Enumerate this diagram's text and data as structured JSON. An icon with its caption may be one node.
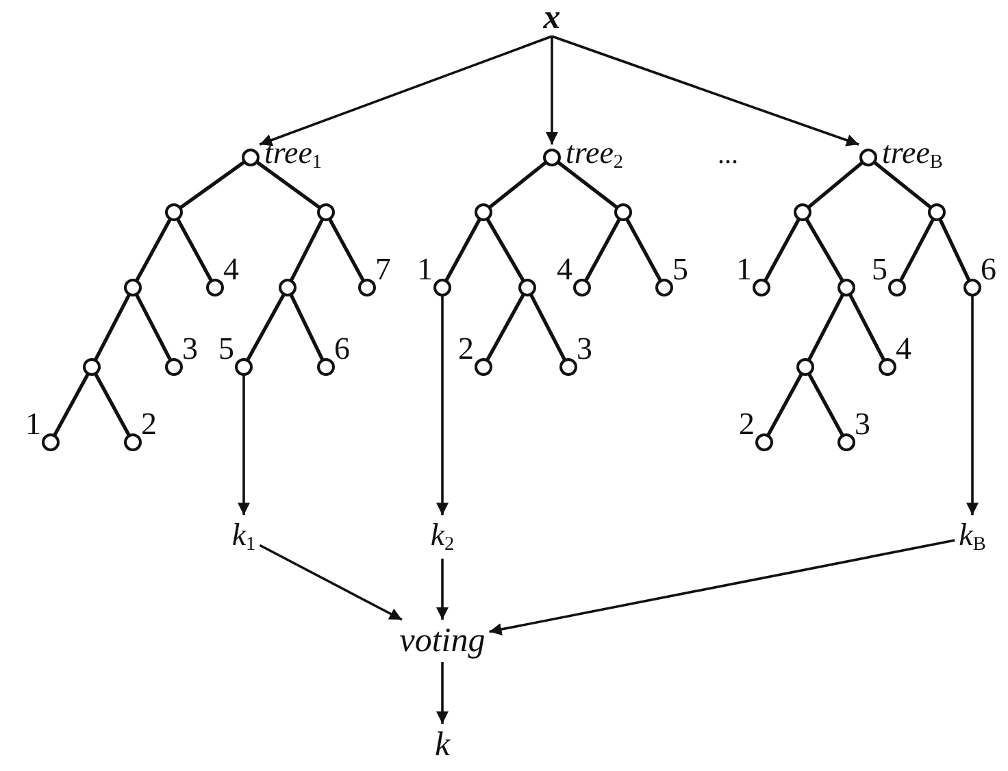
{
  "diagram": {
    "nodes": [
      {
        "text": [
          "x"
        ]
      },
      {
        "text": [],
        "shape": "circle",
        "beside": [
          "*tree*$_{1}$"
        ]
      },
      {
        "text": [],
        "shape": "circle"
      },
      {
        "text": [],
        "shape": "circle"
      },
      {
        "text": [],
        "shape": "circle"
      },
      {
        "text": [],
        "shape": "circle",
        "beside": [
          "4"
        ]
      },
      {
        "text": [],
        "shape": "circle"
      },
      {
        "text": [],
        "shape": "circle",
        "beside": [
          "3"
        ]
      },
      {
        "text": [],
        "shape": "circle",
        "beside": [
          "1"
        ]
      },
      {
        "text": [],
        "shape": "circle",
        "beside": [
          "2"
        ]
      },
      {
        "text": [],
        "shape": "circle"
      },
      {
        "text": [],
        "shape": "circle",
        "beside": [
          "7"
        ]
      },
      {
        "text": [],
        "shape": "circle",
        "beside": [
          "5"
        ]
      },
      {
        "text": [],
        "shape": "circle",
        "beside": [
          "6"
        ]
      },
      {
        "text": [],
        "shape": "circle",
        "beside": [
          "*tree*$_{2}$"
        ]
      },
      {
        "text": [],
        "shape": "circle"
      },
      {
        "text": [],
        "shape": "circle"
      },
      {
        "text": [],
        "shape": "circle",
        "beside": [
          "1"
        ]
      },
      {
        "text": [],
        "shape": "circle"
      },
      {
        "text": [],
        "shape": "circle",
        "beside": [
          "2"
        ]
      },
      {
        "text": [],
        "shape": "circle",
        "beside": [
          "3"
        ]
      },
      {
        "text": [],
        "shape": "circle",
        "beside": [
          "4"
        ]
      },
      {
        "text": [],
        "shape": "circle",
        "beside": [
          "5"
        ]
      },
      {
        "text": [],
        "shape": "circle",
        "beside": [
          "*tree*$_{B}$"
        ]
      },
      {
        "text": [],
        "shape": "circle"
      },
      {
        "text": [],
        "shape": "circle"
      },
      {
        "text": [],
        "shape": "circle",
        "beside": [
          "1"
        ]
      },
      {
        "text": [],
        "shape": "circle"
      },
      {
        "text": [],
        "shape": "circle"
      },
      {
        "text": [],
        "shape": "circle",
        "beside": [
          "4"
        ]
      },
      {
        "text": [],
        "shape": "circle",
        "beside": [
          "2"
        ]
      },
      {
        "text": [],
        "shape": "circle",
        "beside": [
          "3"
        ]
      },
      {
        "text": [],
        "shape": "circle",
        "beside": [
          "5"
        ]
      },
      {
        "text": [],
        "shape": "circle",
        "beside": [
          "6"
        ]
      },
      {
        "text": [
          "*k*$_{1}$"
        ]
      },
      {
        "text": [
          "*k*$_{2}$"
        ]
      },
      {
        "text": [
          "*k*$_{B}$"
        ]
      },
      {
        "text": [
          "voting"
        ]
      },
      {
        "text": [
          "k"
        ]
      }
    ],
    "edges": [
      {
        "from": 0,
        "to": 1,
        "arrow": "to"
      },
      {
        "from": 0,
        "to": 14,
        "arrow": "to"
      },
      {
        "from": 0,
        "to": 23,
        "arrow": "to"
      },
      {
        "from": 1,
        "to": 2,
        "arrow": "none"
      },
      {
        "from": 1,
        "to": 3,
        "arrow": "none"
      },
      {
        "from": 2,
        "to": 4,
        "arrow": "none"
      },
      {
        "from": 2,
        "to": 5,
        "arrow": "none"
      },
      {
        "from": 4,
        "to": 6,
        "arrow": "none"
      },
      {
        "from": 4,
        "to": 7,
        "arrow": "none"
      },
      {
        "from": 6,
        "to": 8,
        "arrow": "none"
      },
      {
        "from": 6,
        "to": 9,
        "arrow": "none"
      },
      {
        "from": 3,
        "to": 10,
        "arrow": "none"
      },
      {
        "from": 3,
        "to": 11,
        "arrow": "none"
      },
      {
        "from": 10,
        "to": 12,
        "arrow": "none"
      },
      {
        "from": 10,
        "to": 13,
        "arrow": "none"
      },
      {
        "from": 14,
        "to": 15,
        "arrow": "none"
      },
      {
        "from": 14,
        "to": 16,
        "arrow": "none"
      },
      {
        "from": 15,
        "to": 17,
        "arrow": "none"
      },
      {
        "from": 15,
        "to": 18,
        "arrow": "none"
      },
      {
        "from": 18,
        "to": 19,
        "arrow": "none"
      },
      {
        "from": 18,
        "to": 20,
        "arrow": "none"
      },
      {
        "from": 16,
        "to": 21,
        "arrow": "none"
      },
      {
        "from": 16,
        "to": 22,
        "arrow": "none"
      },
      {
        "from": 23,
        "to": 24,
        "arrow": "none"
      },
      {
        "from": 23,
        "to": 25,
        "arrow": "none"
      },
      {
        "from": 24,
        "to": 26,
        "arrow": "none"
      },
      {
        "from": 24,
        "to": 27,
        "arrow": "none"
      },
      {
        "from": 27,
        "to": 28,
        "arrow": "none"
      },
      {
        "from": 27,
        "to": 29,
        "arrow": "none"
      },
      {
        "from": 28,
        "to": 30,
        "arrow": "none"
      },
      {
        "from": 28,
        "to": 31,
        "arrow": "none"
      },
      {
        "from": 25,
        "to": 32,
        "arrow": "none"
      },
      {
        "from": 25,
        "to": 33,
        "arrow": "none"
      },
      {
        "from": 12,
        "to": 34,
        "arrow": "to"
      },
      {
        "from": 17,
        "to": 35,
        "arrow": "to"
      },
      {
        "from": 33,
        "to": 36,
        "arrow": "to"
      },
      {
        "from": 34,
        "to": 37,
        "arrow": "to"
      },
      {
        "from": 35,
        "to": 37,
        "arrow": "to"
      },
      {
        "from": 36,
        "to": 37,
        "arrow": "to"
      },
      {
        "from": 37,
        "to": 38,
        "arrow": "to"
      }
    ],
    "labels": [
      "..."
    ]
  }
}
